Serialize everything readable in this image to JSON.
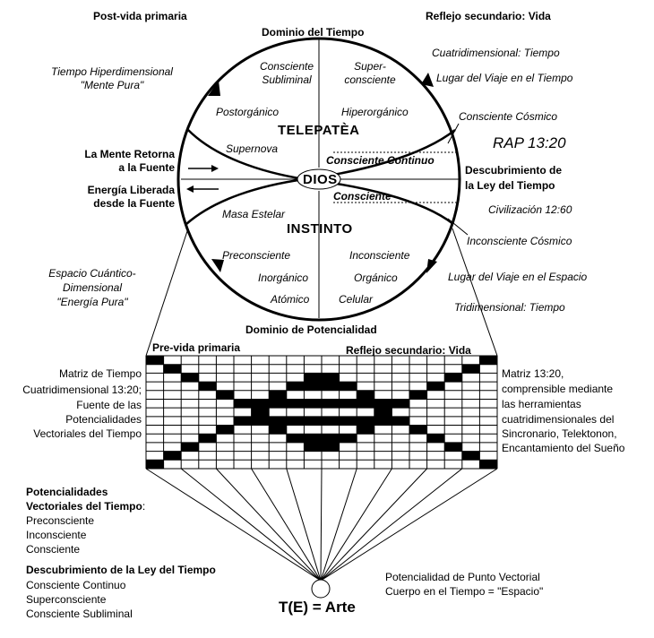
{
  "corners": {
    "top_left": "Post-vida primaria",
    "top_right": "Reflejo secundario: Vida"
  },
  "circle": {
    "top": "Dominio del Tiempo",
    "bottom": "Dominio de Potencialidad",
    "telepatia": "TELEPATÈA",
    "dios": "DIOS",
    "instinto": "INSTINTO",
    "q_ul1": "Consciente",
    "q_ul2": "Subliminal",
    "q_ur1": "Super-",
    "q_ur2": "consciente",
    "postorganico": "Postorgánico",
    "hiperorganico": "Hiperorgánico",
    "supernova": "Supernova",
    "consciente_continuo": "Consciente Continuo",
    "consciente": "Consciente",
    "masa_estelar": "Masa Estelar",
    "preconsciente": "Preconsciente",
    "inconsciente": "Inconsciente",
    "inorganico": "Inorgánico",
    "organico": "Orgánico",
    "atomico": "Atómico",
    "celular": "Celular"
  },
  "left": {
    "hiper1": "Tiempo Hiperdimensional",
    "hiper2": "\"Mente Pura\"",
    "mente1": "La Mente Retorna",
    "mente2": "a la Fuente",
    "energia1": "Energía Liberada",
    "energia2": "desde la Fuente",
    "cuantico1": "Espacio Cuántico-",
    "cuantico2": "Dimensional",
    "cuantico3": "\"Energía Pura\""
  },
  "right": {
    "cuatri": "Cuatridimensional: Tiempo",
    "lugar_tiempo": "Lugar del Viaje en el Tiempo",
    "cosmico": "Consciente Cósmico",
    "rap": "RAP 13:20",
    "descub1": "Descubrimiento de",
    "descub2": "la Ley del Tiempo",
    "civil": "Civilización 12:60",
    "incons_cosmico": "Inconsciente Cósmico",
    "lugar_espacio": "Lugar del Viaje en el Espacio",
    "tridi": "Tridimensional: Tiempo"
  },
  "matrix": {
    "pre_vida": "Pre-vida primaria",
    "reflejo": "Reflejo secundario: Vida",
    "left_lines": [
      "Matriz de Tiempo",
      "Cuatridimensional 13:20;",
      "Fuente de las",
      "Potencialidades",
      "Vectoriales del Tiempo"
    ],
    "right_lines": [
      "Matriz 13:20,",
      "comprensible  mediante",
      "las herramientas",
      "cuatridimensionales del",
      "Sincronario, Telektonon,",
      "Encantamiento del Sueño"
    ]
  },
  "bottom": {
    "pot_title1": "Potencialidades",
    "pot_title2": "Vectoriales del Tiempo",
    "pot_colon": ":",
    "pot_items": [
      "Preconsciente",
      "Inconsciente",
      "Consciente"
    ],
    "ley_title": "Descubrimiento de la Ley del Tiempo",
    "ley_items": [
      "Consciente Continuo",
      "Superconsciente",
      "Consciente Subliminal"
    ],
    "punto1": "Potencialidad de Punto Vectorial",
    "punto2": "Cuerpo en el Tiempo = \"Espacio\"",
    "formula": "T(E) = Arte"
  }
}
